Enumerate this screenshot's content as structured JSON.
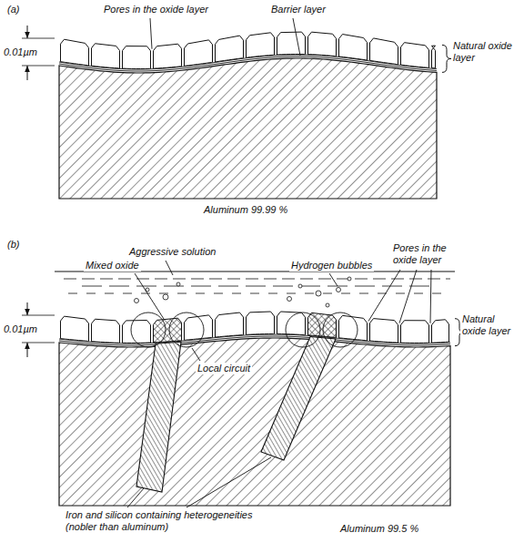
{
  "diagram": {
    "labels": [
      "(a)",
      "Pores in the oxide layer",
      "Barrier layer",
      "0.01µm",
      "Natural oxide layer",
      "Aluminum 99.99 %",
      "(b)",
      "Aggressive solution",
      "Mixed oxide",
      "Hydrogen bubbles",
      "Pores in the oxide layer",
      "0.01µm",
      "Natural oxide layer",
      "Local circuit",
      "Iron and silicon containing heterogeneities (nobler than aluminum)",
      "Aluminum 99.5 %"
    ]
  }
}
